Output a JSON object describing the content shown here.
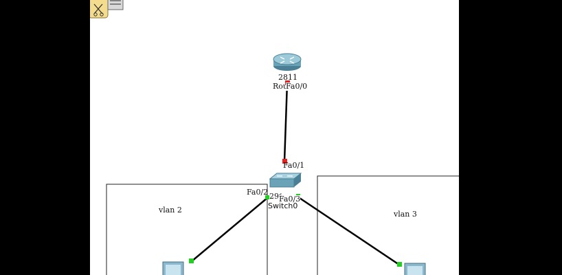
{
  "toolbar": {
    "note_tool_icon": "note-tool-icon"
  },
  "devices": {
    "router": {
      "model": "2811",
      "name": "Router",
      "port_label": "Fa0/0",
      "icon": "router-icon"
    },
    "switch": {
      "model": "2960",
      "name": "Switch0",
      "icon": "switch-icon"
    },
    "pc_left": {
      "icon": "pc-icon"
    },
    "pc_right": {
      "icon": "pc-icon"
    }
  },
  "links": {
    "router_switch": {
      "switch_port": "Fa0/1",
      "status_color": "#e82020"
    },
    "switch_pc_left": {
      "switch_port": "Fa0/2",
      "status_color": "#22d022"
    },
    "switch_pc_right": {
      "switch_port": "Fa0/3",
      "status_color": "#22d022"
    }
  },
  "areas": {
    "left": {
      "label": "vlan 2"
    },
    "right": {
      "label": "vlan 3"
    }
  },
  "colors": {
    "link_up": "#22d022",
    "link_down": "#e82020",
    "canvas_bg": "#ffffff"
  }
}
